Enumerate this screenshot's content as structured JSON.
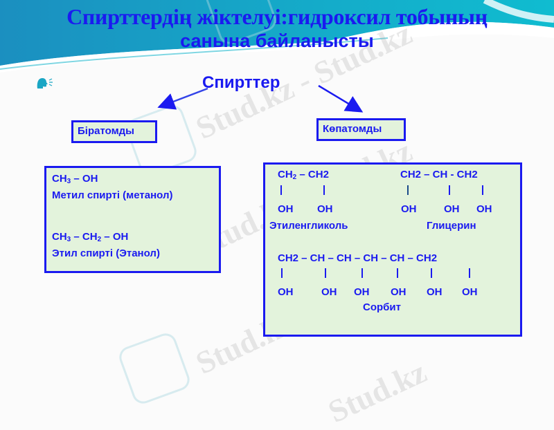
{
  "slide": {
    "title_line1": "Спирттердің жіктелуі:гидроксил тобының",
    "title_line2": "санына байланысты",
    "heading": "Спирттер",
    "bullet_icon": "speaking-head-icon"
  },
  "categories": {
    "single": {
      "label": "Біратомды"
    },
    "multi": {
      "label": "Көпатомды"
    }
  },
  "single_box": {
    "methanol_formula_a": "CH",
    "methanol_formula_sub": "3",
    "methanol_formula_b": " – OH",
    "methanol_name": "Метил спирті (метанол)",
    "ethanol_a": "CH",
    "ethanol_sub1": "3",
    "ethanol_b": " – CH",
    "ethanol_sub2": "2",
    "ethanol_c": " – OH",
    "ethanol_name": "Этил спирті (Этанол)"
  },
  "multi_box": {
    "ethylene_glycol": {
      "formula_a": "CH",
      "formula_sub": "2",
      "formula_b": " – CH2",
      "oh1": "OH",
      "oh2": "OH",
      "name": "Этиленгликоль"
    },
    "glycerin": {
      "formula": "CH2 – CH - CH2",
      "oh1": "OH",
      "oh2": "OH",
      "oh3": "OH",
      "name": "Глицерин"
    },
    "sorbitol": {
      "formula": "CH2 – CH – CH – CH – CH – CH2",
      "oh": [
        "OH",
        "OH",
        "OH",
        "OH",
        "OH",
        "OH"
      ],
      "name": "Сорбит"
    }
  },
  "watermarks": [
    "Stud.kz - Stud.kz",
    "Stud.kz - Stud.kz",
    "Stud.kz - Stud.kz",
    "Stud.kz"
  ],
  "colors": {
    "text": "#1a1af0",
    "box_fill": "#e3f3dc",
    "header_teal": "#1aa6c4"
  }
}
